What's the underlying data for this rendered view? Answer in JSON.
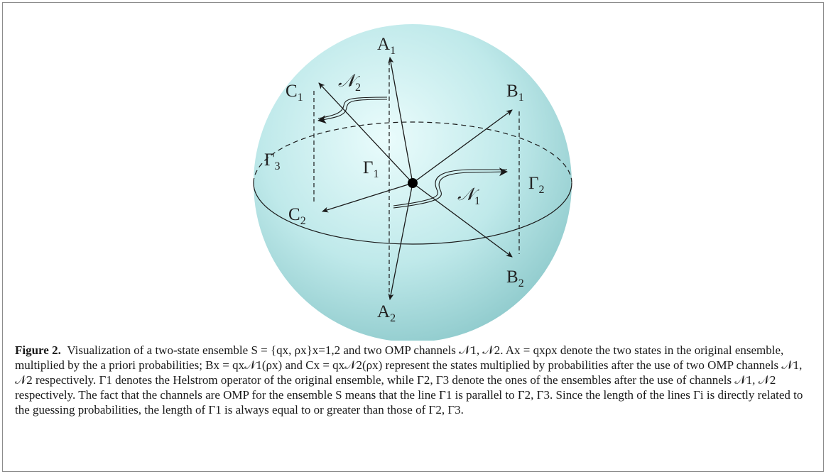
{
  "figure": {
    "labels": {
      "A1": {
        "base": "A",
        "sub": "1"
      },
      "A2": {
        "base": "A",
        "sub": "2"
      },
      "B1": {
        "base": "B",
        "sub": "1"
      },
      "B2": {
        "base": "B",
        "sub": "2"
      },
      "C1": {
        "base": "C",
        "sub": "1"
      },
      "C2": {
        "base": "C",
        "sub": "2"
      },
      "N1": {
        "base": "𝒩",
        "sub": "1"
      },
      "N2": {
        "base": "𝒩",
        "sub": "2"
      },
      "G1": {
        "base": "Γ",
        "sub": "1"
      },
      "G2": {
        "base": "Γ",
        "sub": "2"
      },
      "G3": {
        "base": "Γ",
        "sub": "3"
      }
    },
    "colors": {
      "sphere_light": "#e8fbfb",
      "sphere_dark": "#8fcccd",
      "line": "#1a1a1a"
    }
  },
  "caption": {
    "label": "Figure 2.",
    "text": "Visualization of a two-state ensemble S = {qx, ρx}x=1,2 and two OMP channels 𝒩1, 𝒩2. Ax = qxρx denote the two states in the original ensemble, multiplied by the a priori probabilities; Bx = qx𝒩1(ρx) and Cx = qx𝒩2(ρx) represent the states multiplied by probabilities after the use of two OMP channels 𝒩1, 𝒩2 respectively. Γ1 denotes the Helstrom operator of the original ensemble, while Γ2, Γ3 denote the ones of the ensembles after the use of channels 𝒩1, 𝒩2 respectively. The fact that the channels are OMP for the ensemble S means that the line Γ1 is parallel to Γ2, Γ3. Since the length of the lines Γi is directly related to the guessing probabilities, the length of Γ1 is always equal to or greater than those of Γ2, Γ3."
  }
}
